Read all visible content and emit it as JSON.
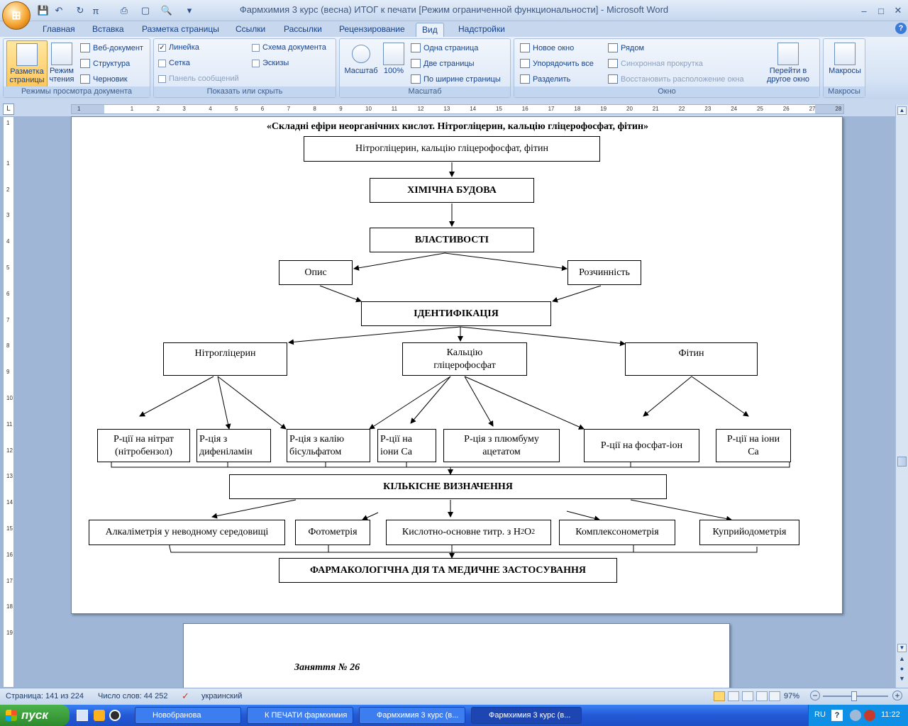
{
  "window": {
    "title": "Фармхимия 3 курс (весна) ИТОГ к печати [Режим ограниченной функциональности] - Microsoft Word",
    "controls": [
      "–",
      "□",
      "✕"
    ]
  },
  "tabs": [
    "Главная",
    "Вставка",
    "Разметка страницы",
    "Ссылки",
    "Рассылки",
    "Рецензирование",
    "Вид",
    "Надстройки"
  ],
  "ribbon": {
    "views": {
      "caption": "Режимы просмотра документа",
      "print_layout": [
        "Разметка",
        "страницы"
      ],
      "reading": [
        "Режим",
        "чтения"
      ],
      "web": "Веб-документ",
      "outline": "Структура",
      "draft": "Черновик"
    },
    "showhide": {
      "caption": "Показать или скрыть",
      "ruler": "Линейка",
      "grid": "Сетка",
      "message_bar": "Панель сообщений",
      "doc_map": "Схема документа",
      "thumbnails": "Эскизы"
    },
    "zoom": {
      "caption": "Масштаб",
      "zoom": "Масштаб",
      "pct": "100%",
      "one_page": "Одна страница",
      "two_pages": "Две страницы",
      "page_width": "По ширине страницы"
    },
    "window": {
      "caption": "Окно",
      "new_window": "Новое окно",
      "arrange_all": "Упорядочить все",
      "split": "Разделить",
      "side_by_side": "Рядом",
      "sync_scroll": "Синхронная прокрутка",
      "reset_position": "Восстановить расположение окна",
      "switch": [
        "Перейти в",
        "другое окно"
      ]
    },
    "macros": {
      "caption": "Макросы",
      "label": "Макросы"
    }
  },
  "ruler_numbers": [
    "1",
    "1",
    "2",
    "3",
    "4",
    "5",
    "6",
    "7",
    "8",
    "9",
    "10",
    "11",
    "12",
    "13",
    "14",
    "15",
    "16",
    "17",
    "18",
    "19",
    "20",
    "21",
    "22",
    "23",
    "24",
    "25",
    "26",
    "27",
    "28"
  ],
  "vruler_numbers": [
    "1",
    "1",
    "2",
    "3",
    "4",
    "5",
    "6",
    "7",
    "8",
    "9",
    "10",
    "11",
    "12",
    "13",
    "14",
    "15",
    "16",
    "17",
    "18",
    "19"
  ],
  "doc": {
    "heading": "«Складні ефіри неорганічних кислот. Нітрогліцерин, кальцію гліцерофосфат, фітин»",
    "top": "Нітрогліцерин, кальцію гліцерофосфат, фітин",
    "structure": "ХІМІЧНА БУДОВА",
    "properties": "ВЛАСТИВОСТІ",
    "description": "Опис",
    "solubility": "Розчинність",
    "identification": "ІДЕНТИФІКАЦІЯ",
    "nitroglycerin": "Нітрогліцерин",
    "calcium_glyc": [
      "Кальцію",
      "гліцерофосфат"
    ],
    "phytin": "Фітин",
    "reactions": [
      [
        "Р-ції на нітрат",
        "(нітробензол)"
      ],
      [
        "Р-ція з",
        "дифеніламін"
      ],
      [
        "Р-ція з калію",
        "бісульфатом"
      ],
      [
        "Р-ції на",
        "іони Са"
      ],
      [
        "Р-ція з плюмбуму",
        "ацетатом"
      ],
      [
        "Р-ції на фосфат-іон"
      ],
      [
        "Р-ції на іони",
        "Са"
      ]
    ],
    "quant": "КІЛЬКІСНЕ ВИЗНАЧЕННЯ",
    "methods": [
      "Алкаліметрія у неводному середовищі",
      "Фотометрія",
      "Кислотно-основне титр. з H",
      "Комплексонометрія",
      "Куприйодометрія"
    ],
    "h2o2_sub": [
      "2",
      "O",
      "2"
    ],
    "pharm": "ФАРМАКОЛОГІЧНА ДІЯ ТА МЕДИЧНЕ ЗАСТОСУВАННЯ",
    "next_page": "Заняття № 26"
  },
  "status": {
    "page": "Страница: 141 из 224",
    "words": "Число слов: 44 252",
    "lang": "украинский",
    "zoom": "97%"
  },
  "taskbar": {
    "start": "пуск",
    "items": [
      "Новобранова",
      "К ПЕЧАТИ фармхимия",
      "Фармхимия 3 курс (в...",
      "Фармхимия 3 курс (в..."
    ],
    "lang": "RU",
    "time": "11:22"
  }
}
